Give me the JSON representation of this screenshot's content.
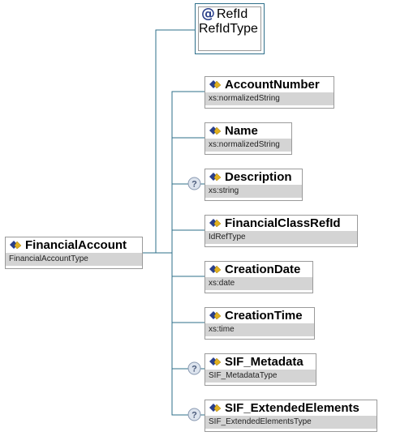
{
  "root": {
    "name": "FinancialAccount",
    "type": "FinancialAccountType"
  },
  "attribute": {
    "name": "RefId",
    "type": "RefIdType",
    "icon": "at-sign-icon"
  },
  "elements": [
    {
      "name": "AccountNumber",
      "type": "xs:normalizedString",
      "optional": false
    },
    {
      "name": "Name",
      "type": "xs:normalizedString",
      "optional": false
    },
    {
      "name": "Description",
      "type": "xs:string",
      "optional": true
    },
    {
      "name": "FinancialClassRefId",
      "type": "IdRefType",
      "optional": false
    },
    {
      "name": "CreationDate",
      "type": "xs:date",
      "optional": false
    },
    {
      "name": "CreationTime",
      "type": "xs:time",
      "optional": false
    },
    {
      "name": "SIF_Metadata",
      "type": "SIF_MetadataType",
      "optional": true
    },
    {
      "name": "SIF_ExtendedElements",
      "type": "SIF_ExtendedElementsType",
      "optional": true
    }
  ],
  "colors": {
    "connector": "#2e6f8a",
    "icon_blue": "#2a3f8a",
    "icon_gold": "#e0b020",
    "type_bar": "#d4d4d4"
  }
}
